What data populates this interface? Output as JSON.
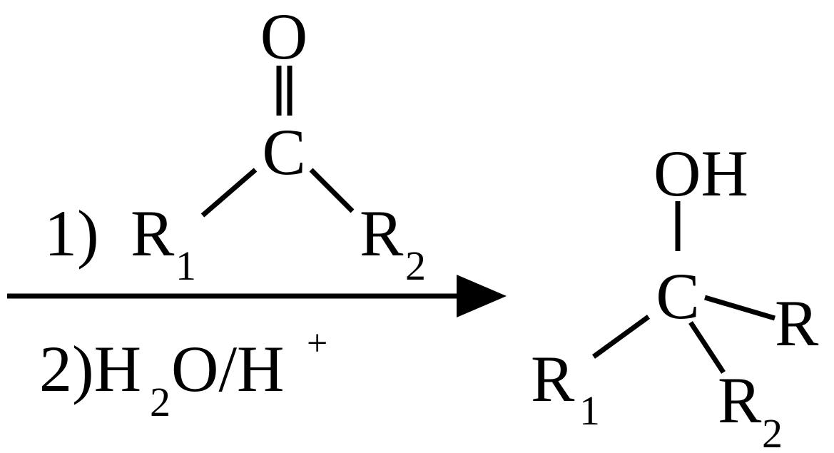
{
  "reagent": {
    "step1": "1)",
    "ketone": {
      "oxygen": "O",
      "carbon": "C",
      "r1": "R",
      "r1_sub": "1",
      "r2": "R",
      "r2_sub": "2"
    },
    "step2": {
      "prefix": "2)H",
      "h_sub": "2",
      "mid": "O/H",
      "charge": "+"
    }
  },
  "product": {
    "hydroxyl": "OH",
    "carbon": "C",
    "r": "R",
    "r1": "R",
    "r1_sub": "1",
    "r2": "R",
    "r2_sub": "2"
  }
}
